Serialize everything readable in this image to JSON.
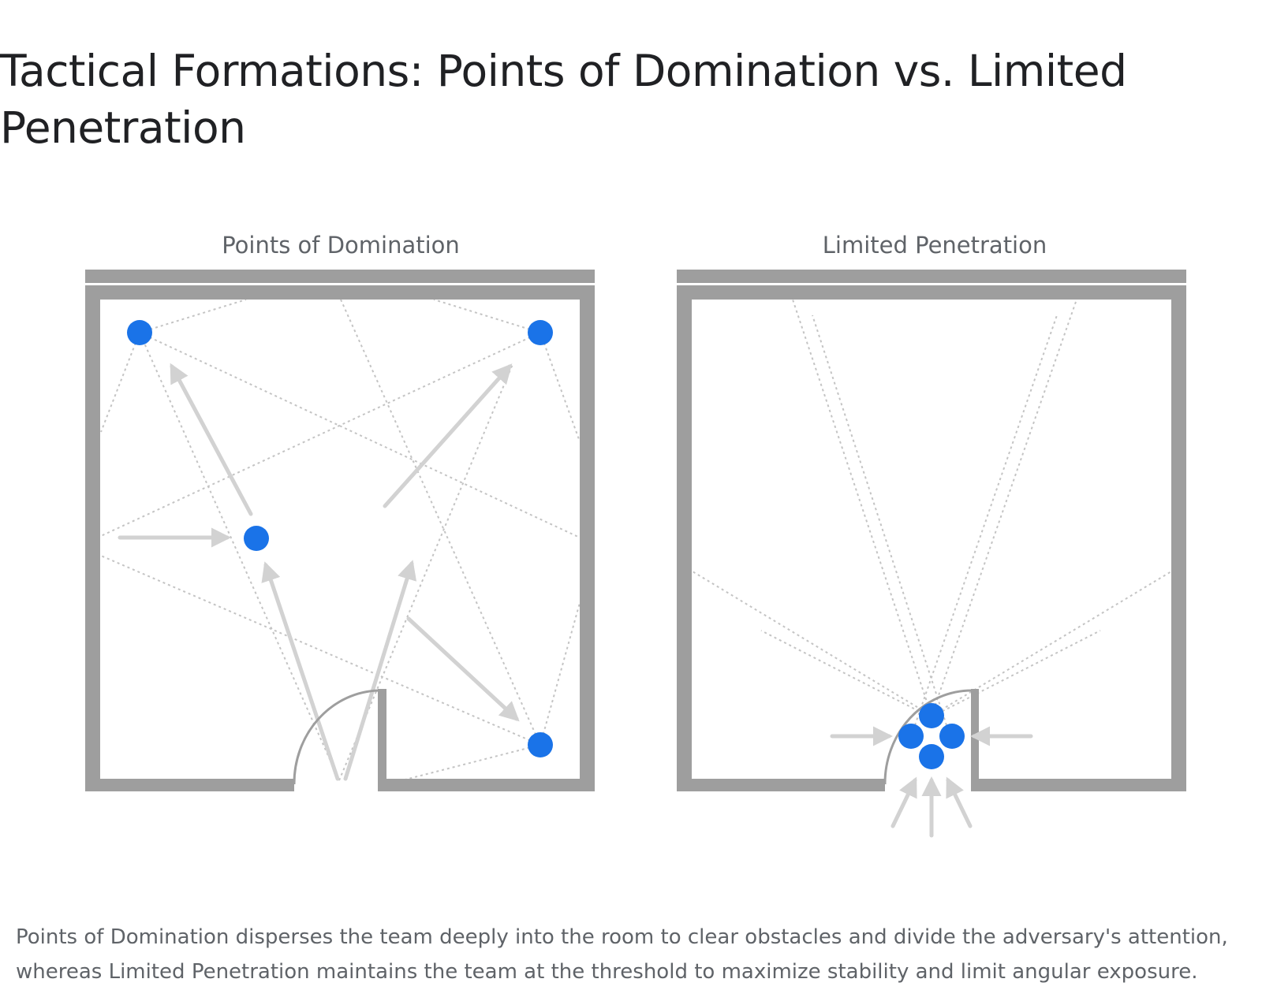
{
  "title": "Tactical Formations: Points of Domination vs. Limited Penetration",
  "panels": [
    {
      "title": "Points of Domination"
    },
    {
      "title": "Limited Penetration"
    }
  ],
  "caption": "Points of Domination disperses the team deeply into the room to clear obstacles and divide the adversary's attention, whereas Limited Penetration maintains the team at the threshold to maximize stability and limit angular exposure.",
  "colors": {
    "operator": "#1a73e8",
    "wall": "#9e9e9e",
    "arrow": "#d2d2d2",
    "sightline": "#c4c4c4"
  }
}
